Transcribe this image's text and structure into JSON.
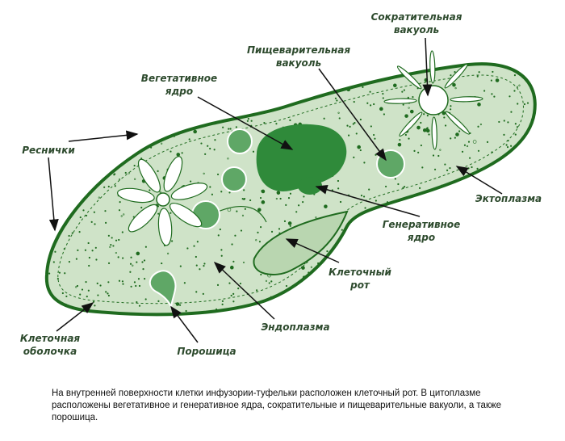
{
  "colors": {
    "body_fill": "#cfe3c8",
    "outline": "#1f6b1f",
    "nucleus": "#2f8a3a",
    "vacuole_fill": "#5fa766",
    "arrow": "#111111"
  },
  "labels": {
    "contractile_vacuole": [
      "Сократительная",
      "вакуоль"
    ],
    "digestive_vacuole": [
      "Пищеварительная",
      "вакуоль"
    ],
    "vegetative_nucleus": [
      "Вегетативное",
      "ядро"
    ],
    "cilia": [
      "Реснички"
    ],
    "ectoplasm": [
      "Эктоплазма"
    ],
    "generative_nucleus": [
      "Генеративное",
      "ядро"
    ],
    "cell_mouth": [
      "Клеточный",
      "рот"
    ],
    "endoplasm": [
      "Эндоплазма"
    ],
    "cell_membrane": [
      "Клеточная",
      "оболочка"
    ],
    "anal_pore": [
      "Порошица"
    ]
  },
  "caption": "На внутренней поверхности клетки инфузории-туфельки расположен клеточный рот. В цитоплазме расположены вегетативное и генеративное ядра, сократительные и пищеварительные вакуоли, а также порошица."
}
